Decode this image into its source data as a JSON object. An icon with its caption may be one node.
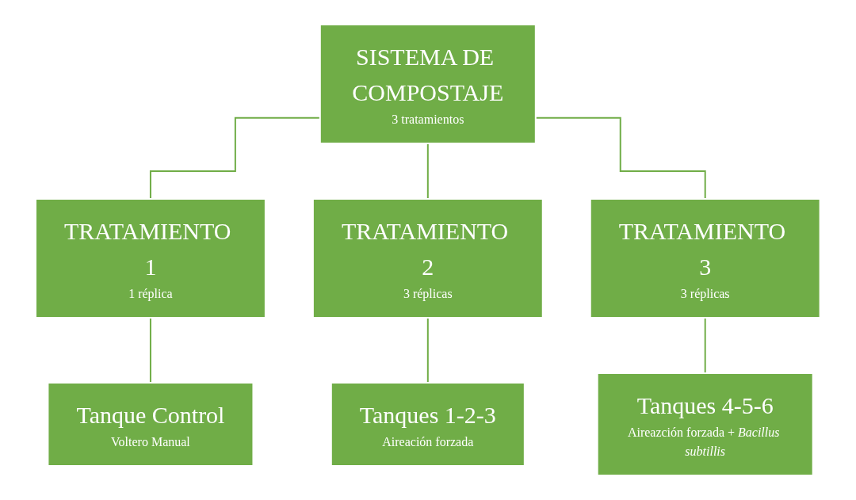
{
  "diagram": {
    "nodes": [
      {
        "text": [
          "SISTEMA DE COMPOSTAJE",
          "3 tratamientos"
        ]
      },
      {
        "text": [
          "TRATAMIENTO 1",
          "1 réplica"
        ]
      },
      {
        "text": [
          "TRATAMIENTO 2",
          "3 réplicas"
        ]
      },
      {
        "text": [
          "TRATAMIENTO 3",
          "3 réplicas"
        ]
      },
      {
        "text": [
          "Tanque Control",
          "Voltero Manual"
        ]
      },
      {
        "text": [
          "Tanques 1-2-3",
          "Aireación forzada"
        ]
      },
      {
        "text": [
          "Tanques 4-5-6",
          "Aireazción forzada + *Bacillus subtillis*"
        ]
      }
    ],
    "edges": [
      {
        "from": 0,
        "to": 1,
        "arrow": "none"
      },
      {
        "from": 0,
        "to": 2,
        "arrow": "none"
      },
      {
        "from": 0,
        "to": 3,
        "arrow": "none"
      },
      {
        "from": 1,
        "to": 4,
        "arrow": "none"
      },
      {
        "from": 2,
        "to": 5,
        "arrow": "none"
      },
      {
        "from": 3,
        "to": 6,
        "arrow": "none"
      }
    ]
  }
}
